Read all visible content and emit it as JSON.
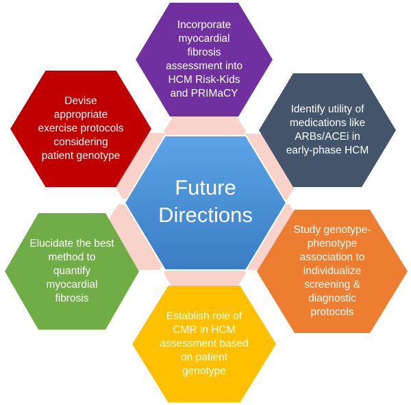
{
  "diagram": {
    "center": {
      "lines": [
        "Future",
        "Directions"
      ],
      "color": "#4a90d9"
    },
    "nodes": [
      {
        "id": "top",
        "lines": [
          "Incorporate",
          "myocardial",
          "fibrosis",
          "assessment into",
          "HCM Risk-Kids",
          "and PRIMaCY"
        ],
        "color": "#7030a0"
      },
      {
        "id": "upper-right",
        "lines": [
          "Identify utility of",
          "medications like",
          "ARBs/ACEi in",
          "early-phase HCM"
        ],
        "color": "#44546a"
      },
      {
        "id": "lower-right",
        "lines": [
          "Study genotype-",
          "phenotype",
          "association to",
          "individualize",
          "screening &",
          "diagnostic",
          "protocols"
        ],
        "color": "#ed7d31"
      },
      {
        "id": "bottom",
        "lines": [
          "Establish role of",
          "CMR in HCM",
          "assessment based",
          "on patient",
          "genotype"
        ],
        "color": "#ffc000"
      },
      {
        "id": "lower-left",
        "lines": [
          "Elucidate the best",
          "method to",
          "quantify",
          "myocardial",
          "fibrosis"
        ],
        "color": "#70ad47"
      },
      {
        "id": "upper-left",
        "lines": [
          "Devise",
          "appropriate",
          "exercise protocols",
          "considering",
          "patient genotype"
        ],
        "color": "#c00000"
      }
    ],
    "connector_color": "#f8cbc0"
  }
}
